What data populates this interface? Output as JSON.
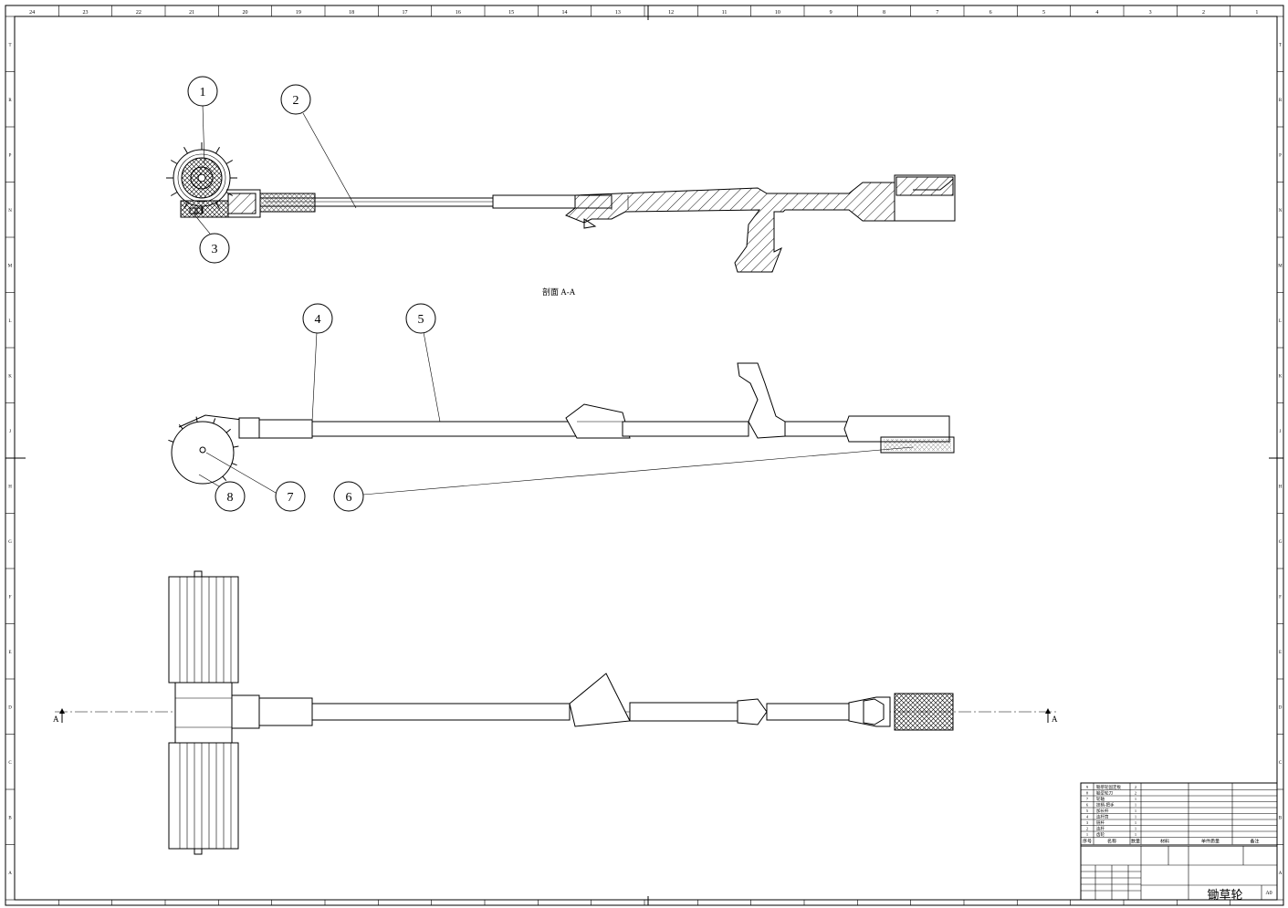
{
  "drawing": {
    "title": "锄草轮",
    "section_label": "剖面 A-A",
    "section_marker": "A",
    "sheet_size": "A0"
  },
  "border": {
    "columns": [
      "24",
      "23",
      "22",
      "21",
      "20",
      "19",
      "18",
      "17",
      "16",
      "15",
      "14",
      "13",
      "12",
      "11",
      "10",
      "9",
      "8",
      "7",
      "6",
      "5",
      "4",
      "3",
      "2",
      "1"
    ],
    "rows": [
      "T",
      "R",
      "P",
      "N",
      "M",
      "L",
      "K",
      "J",
      "H",
      "G",
      "F",
      "E",
      "D",
      "C",
      "B",
      "A"
    ]
  },
  "balloons": [
    "1",
    "2",
    "3",
    "4",
    "5",
    "6",
    "7",
    "8"
  ],
  "bom": {
    "headers": [
      "序号",
      "名称",
      "数量",
      "材料",
      "单件质量",
      "备注"
    ],
    "rows": [
      {
        "no": "9",
        "name": "锄草轮固定板",
        "qty": "2"
      },
      {
        "no": "8",
        "name": "锄草轮刀",
        "qty": "2"
      },
      {
        "no": "7",
        "name": "轮轴",
        "qty": "1"
      },
      {
        "no": "6",
        "name": "扶柄-把手",
        "qty": "1"
      },
      {
        "no": "5",
        "name": "加长杆",
        "qty": "1"
      },
      {
        "no": "4",
        "name": "连杆筒",
        "qty": "1"
      },
      {
        "no": "3",
        "name": "链杆",
        "qty": "1"
      },
      {
        "no": "2",
        "name": "连杆",
        "qty": "1"
      },
      {
        "no": "1",
        "name": "齿轮",
        "qty": "1"
      }
    ]
  }
}
